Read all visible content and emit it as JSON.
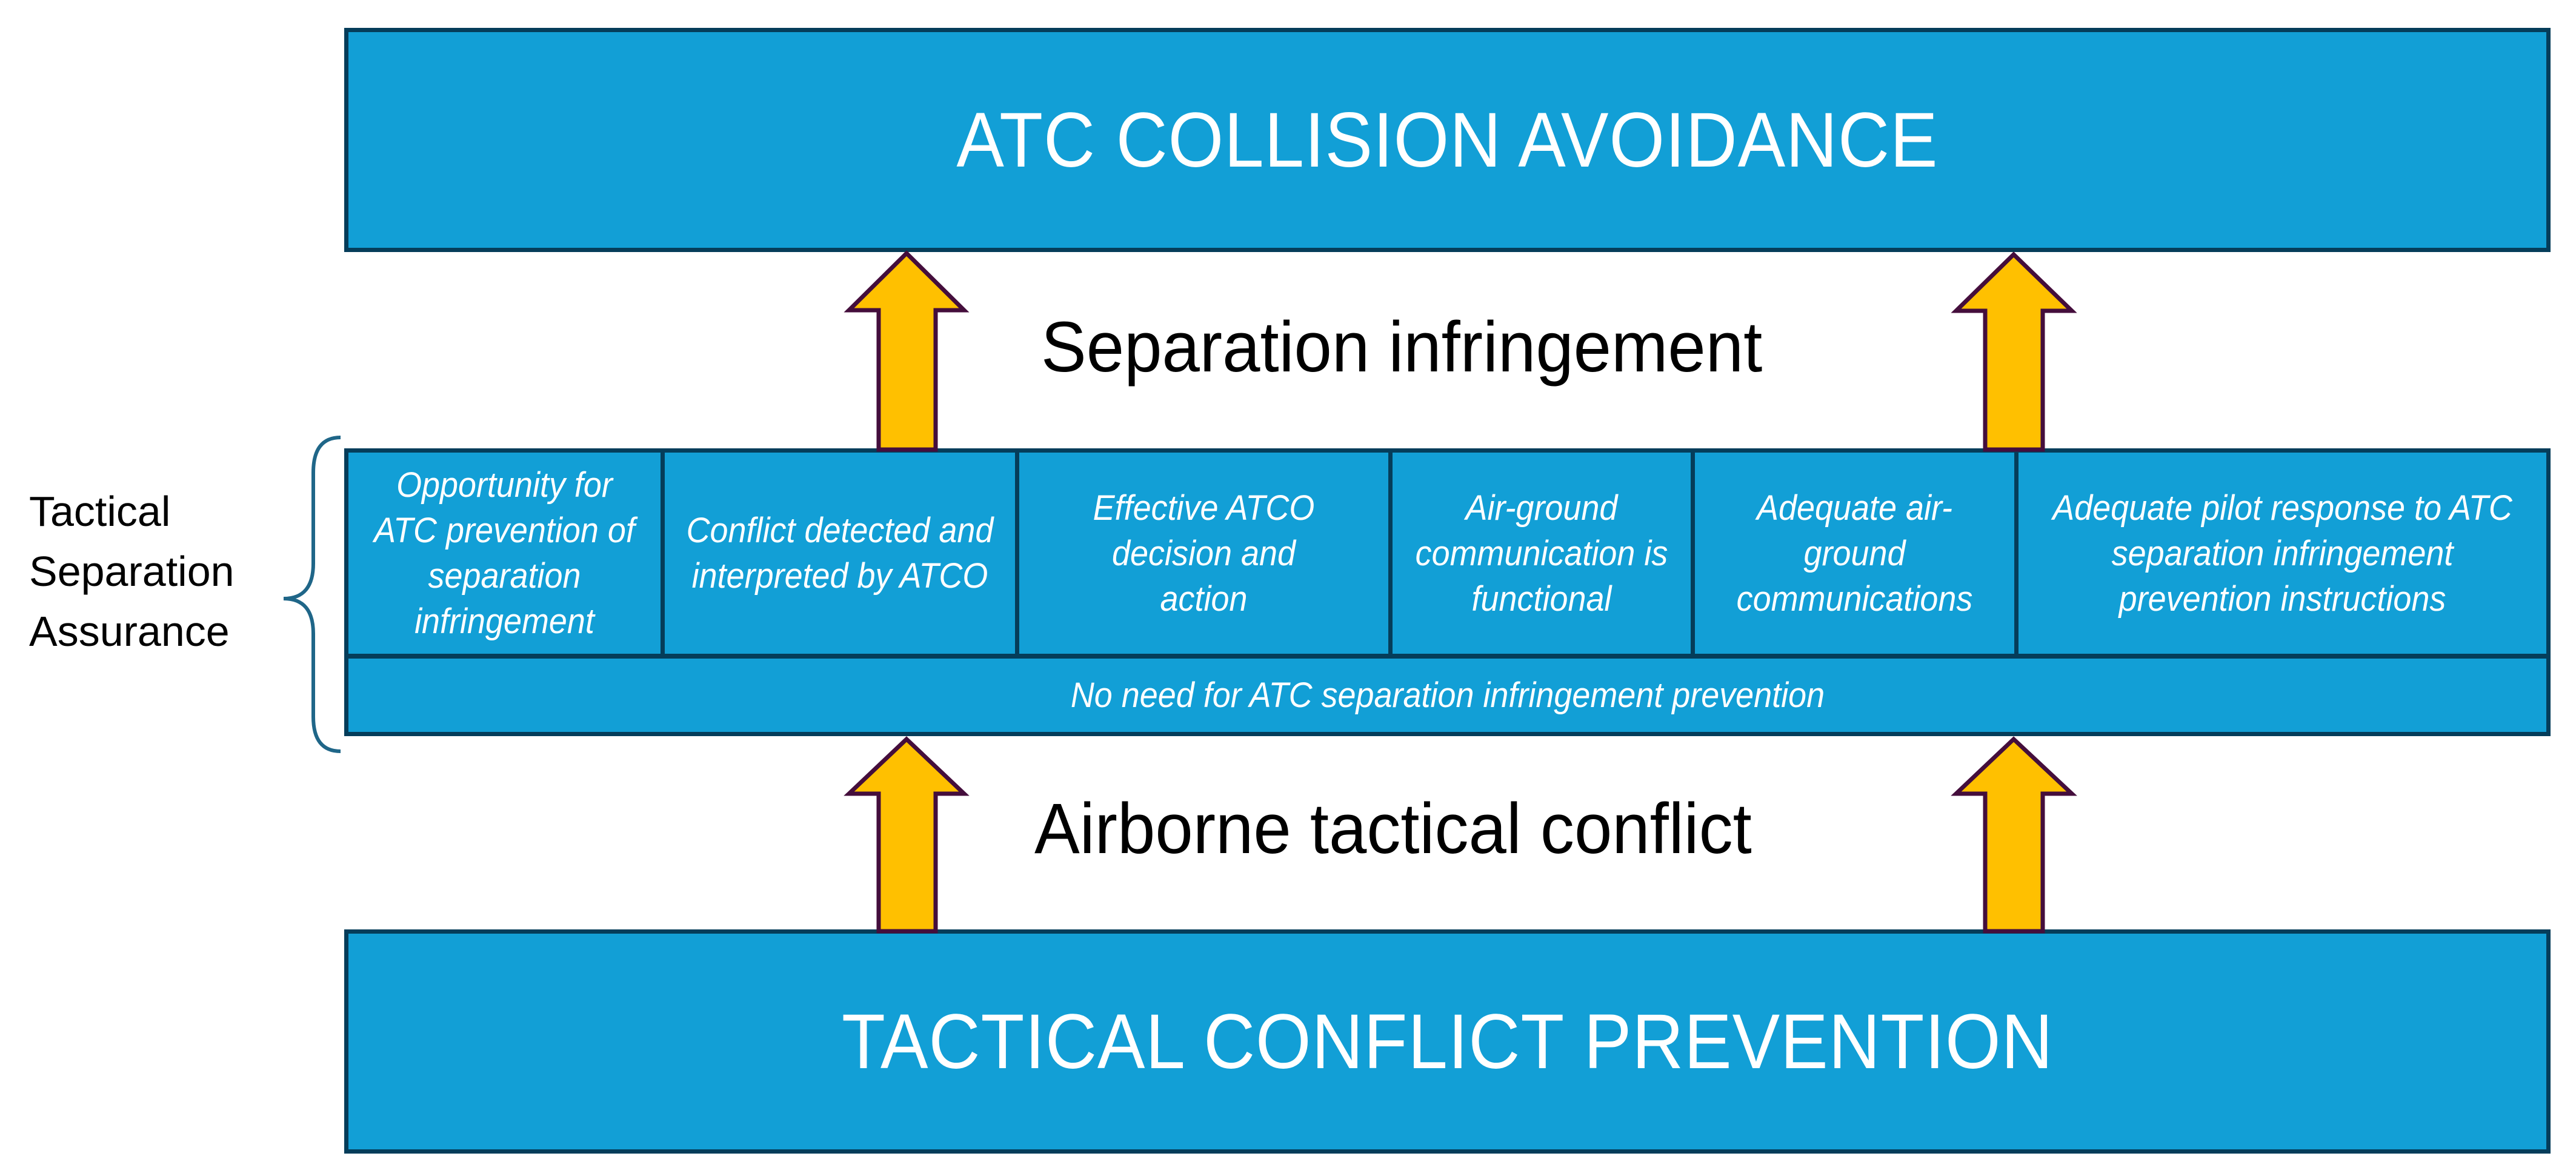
{
  "top_box": {
    "title": "ATC COLLISION AVOIDANCE"
  },
  "bottom_box": {
    "title": "TACTICAL CONFLICT PREVENTION"
  },
  "flow_labels": {
    "upper": "Separation infringement",
    "lower": "Airborne tactical conflict"
  },
  "side_group": {
    "lines": [
      "Tactical",
      "Separation",
      "Assurance"
    ]
  },
  "barriers": [
    {
      "label": "Opportunity for ATC prevention of separation infringement"
    },
    {
      "label": "Conflict detected and interpreted by ATCO"
    },
    {
      "label": "Effective ATCO decision and action"
    },
    {
      "label": "Air-ground communication is functional"
    },
    {
      "label": "Adequate air-ground communications"
    },
    {
      "label": "Adequate pilot response to ATC separation infringement prevention instructions"
    }
  ],
  "bypass_row": {
    "label": "No need for ATC separation infringement prevention"
  },
  "colors": {
    "box_fill": "#129FD6",
    "box_border": "#053D5A",
    "arrow_fill": "#FFC000",
    "arrow_stroke": "#440E3C",
    "brace": "#1F6688"
  }
}
